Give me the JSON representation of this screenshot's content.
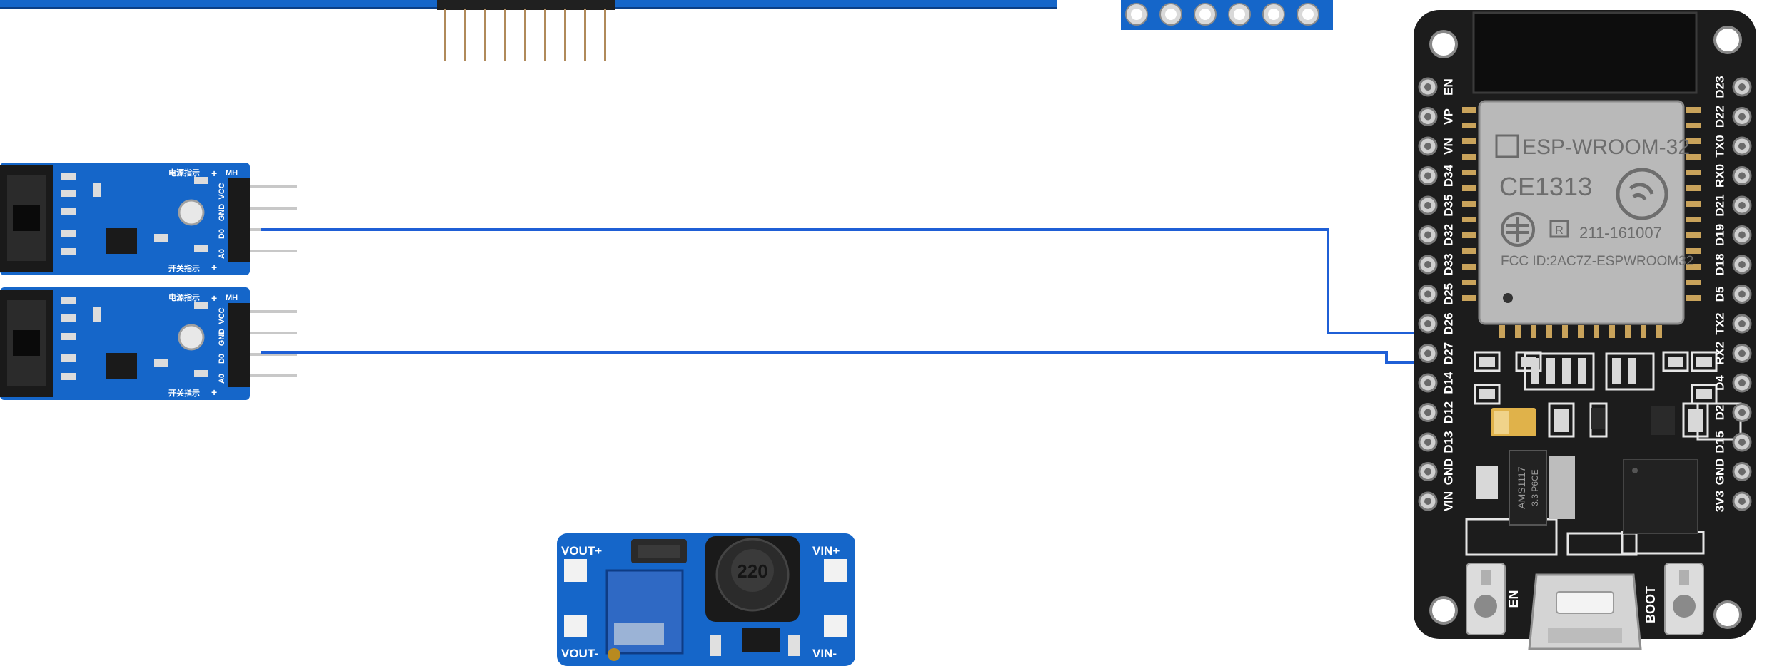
{
  "colors": {
    "wire": "#1f5fd6",
    "pcb_blue": "#1566c9",
    "esp_board": "#1c1c1c",
    "module_shield": "#b9b9b9"
  },
  "esp32": {
    "module_name": "ESP-WROOM-32",
    "ce_mark": "CE1313",
    "r_code": "211-161007",
    "fcc_id": "FCC ID:2AC7Z-ESPWROOM32",
    "regulator": "AMS1117",
    "regulator_sub": "3.3 P6CE",
    "left_pins": [
      "EN",
      "VP",
      "VN",
      "D34",
      "D35",
      "D32",
      "D33",
      "D25",
      "D26",
      "D27",
      "D14",
      "D12",
      "D13",
      "GND",
      "VIN"
    ],
    "right_pins": [
      "D23",
      "D22",
      "TX0",
      "RX0",
      "D21",
      "D19",
      "D18",
      "D5",
      "TX2",
      "RX2",
      "D4",
      "D2",
      "D15",
      "GND",
      "3V3"
    ],
    "button_en": "EN",
    "button_boot": "BOOT"
  },
  "sensors": [
    {
      "pins": [
        "VCC",
        "GND",
        "D0",
        "A0"
      ],
      "top_label": "电源指示",
      "bottom_label": "开关指示",
      "corner_label": "MH",
      "plus_top": "+",
      "plus_bottom": "+"
    },
    {
      "pins": [
        "VCC",
        "GND",
        "D0",
        "A0"
      ],
      "top_label": "电源指示",
      "bottom_label": "开关指示",
      "corner_label": "MH",
      "plus_top": "+",
      "plus_bottom": "+"
    }
  ],
  "boost": {
    "vout_plus": "VOUT+",
    "vout_minus": "VOUT-",
    "vin_plus": "VIN+",
    "vin_minus": "VIN-",
    "inductor": "220"
  }
}
